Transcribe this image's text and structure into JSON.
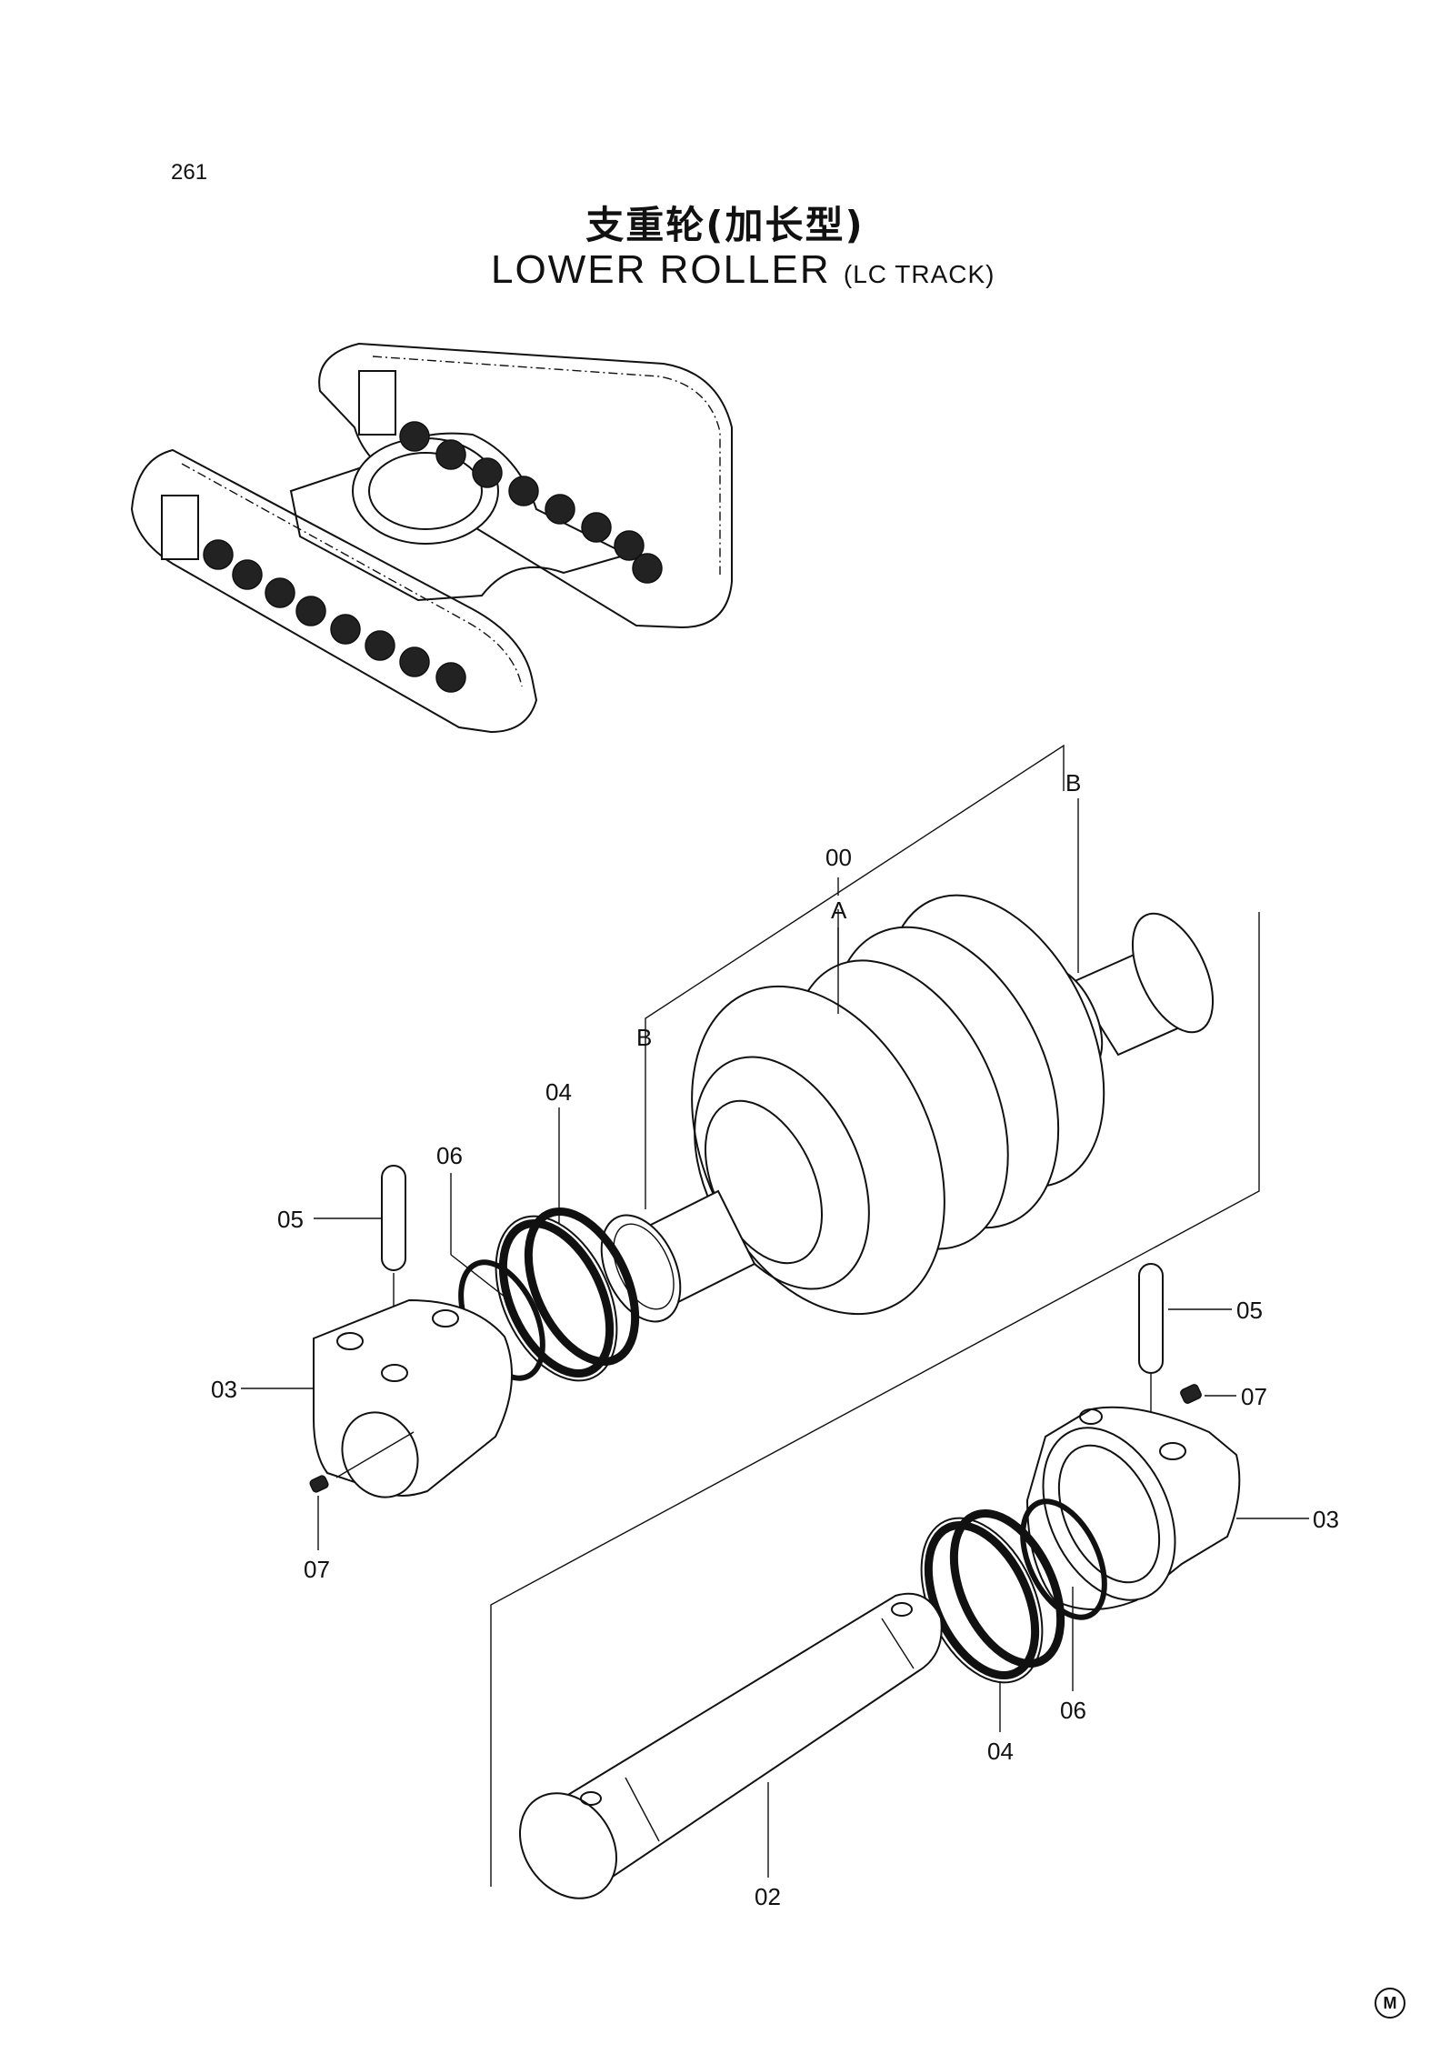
{
  "page": {
    "number": "261",
    "mark": "M"
  },
  "title": {
    "cn": "支重轮(加长型)",
    "en_main": "LOWER  ROLLER",
    "en_sub": "(LC TRACK)"
  },
  "callouts": [
    {
      "id": "c-00",
      "text": "00"
    },
    {
      "id": "c-a",
      "text": "A"
    },
    {
      "id": "c-b1",
      "text": "B"
    },
    {
      "id": "c-b2",
      "text": "B"
    },
    {
      "id": "c-04a",
      "text": "04"
    },
    {
      "id": "c-06a",
      "text": "06"
    },
    {
      "id": "c-05a",
      "text": "05"
    },
    {
      "id": "c-03a",
      "text": "03"
    },
    {
      "id": "c-07a",
      "text": "07"
    },
    {
      "id": "c-05b",
      "text": "05"
    },
    {
      "id": "c-07b",
      "text": "07"
    },
    {
      "id": "c-03b",
      "text": "03"
    },
    {
      "id": "c-06b",
      "text": "06"
    },
    {
      "id": "c-04b",
      "text": "04"
    },
    {
      "id": "c-02",
      "text": "02"
    }
  ]
}
